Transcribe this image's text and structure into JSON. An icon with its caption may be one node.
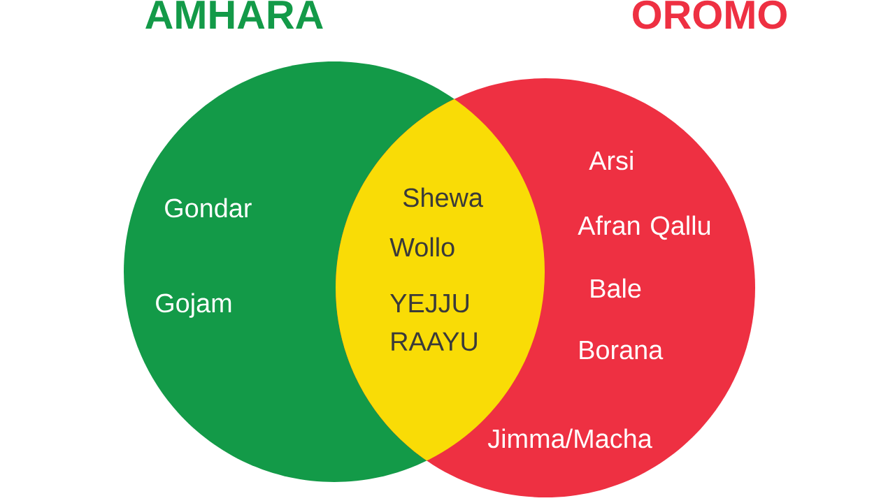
{
  "diagram": {
    "nodes": [
      {
        "text": [
          "AMHARA",
          "Gondar",
          "Gojam"
        ]
      },
      {
        "text": [
          "Shewa",
          "Wollo",
          "YEJJU RAAYU"
        ]
      },
      {
        "text": [
          "OROMO",
          "Arsi",
          "Afran Qallu",
          "Bale",
          "Borana",
          "Jimma/Macha"
        ]
      }
    ]
  }
}
